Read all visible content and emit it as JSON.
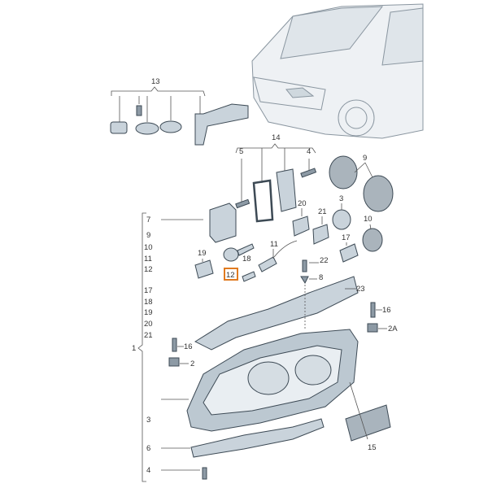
{
  "diagram": {
    "highlight_color": "#e07a1f",
    "callouts": {
      "c13": "13",
      "c14": "14",
      "c5": "5",
      "c4a": "4",
      "c9a": "9",
      "c20a": "20",
      "c3a": "3",
      "c7": "7",
      "c21a": "21",
      "c10a": "10",
      "c9": "9",
      "c10": "10",
      "c11": "11",
      "c12": "12",
      "c11a": "11",
      "c17a": "17",
      "c19a": "19",
      "c18a": "18",
      "c22": "22",
      "c12a": "12",
      "c8": "8",
      "c17": "17",
      "c18": "18",
      "c19": "19",
      "c20": "20",
      "c21": "21",
      "c23": "23",
      "c16a": "16",
      "c2A": "2A",
      "c16": "16",
      "c2": "2",
      "c1": "1",
      "c3": "3",
      "c15": "15",
      "c6": "6",
      "c4": "4"
    }
  }
}
